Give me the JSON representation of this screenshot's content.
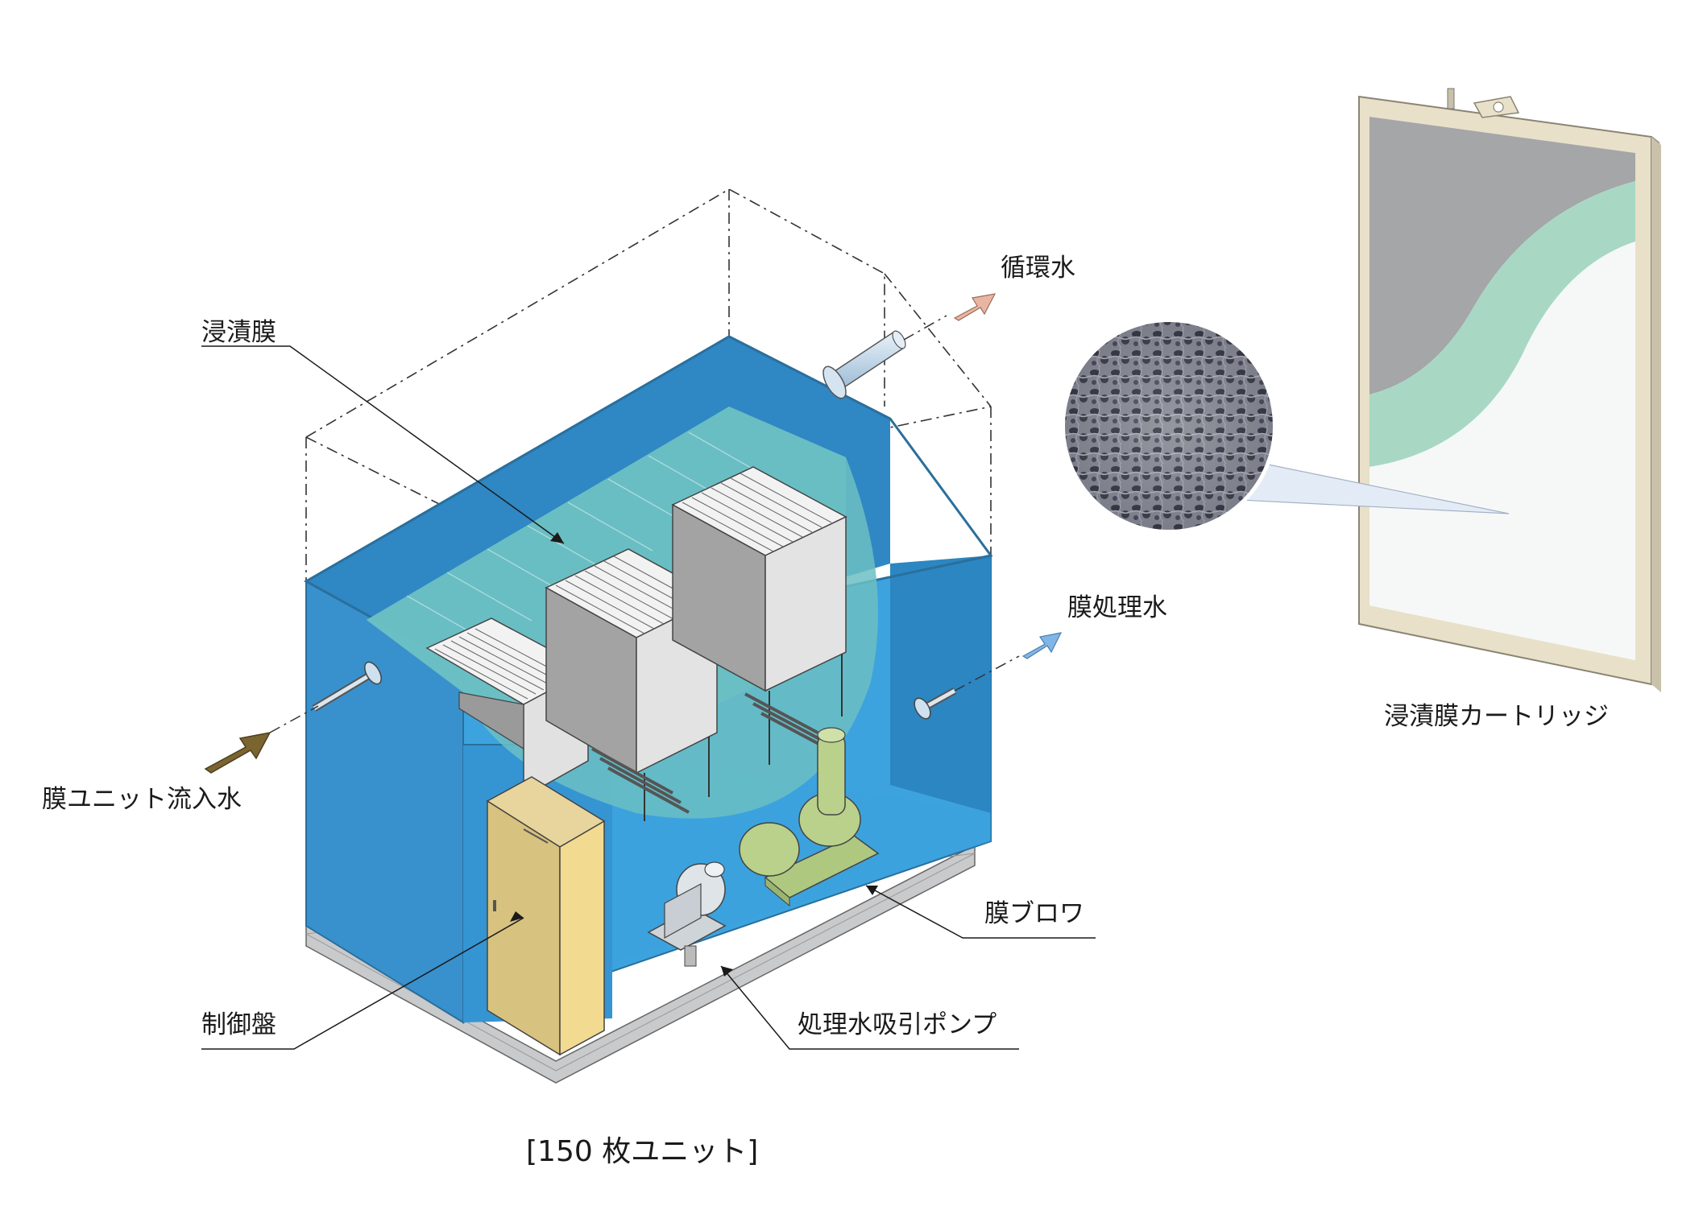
{
  "labels": {
    "circulation_water": "循環水",
    "immersion_membrane": "浸漬膜",
    "membrane_treated_water": "膜処理水",
    "membrane_unit_inflow": "膜ユニット流入水",
    "membrane_blower": "膜ブロワ",
    "control_panel": "制御盤",
    "suction_pump": "処理水吸引ポンプ",
    "cartridge": "浸漬膜カートリッジ"
  },
  "caption": "[150 枚ユニット]",
  "colors": {
    "tank_blue": "#3da2dd",
    "tank_dark": "#2f87c3",
    "water_teal": "#6bbfc3",
    "panel_yellow": "#d8c27f",
    "blower_green": "#b9d18a",
    "inflow_arrow": "#7a6430",
    "circulation_arrow": "#e8b5a2",
    "treated_arrow": "#7fb6e6",
    "cartridge_frame": "#e8e0c8",
    "membrane_green": "#a8d8c4"
  }
}
